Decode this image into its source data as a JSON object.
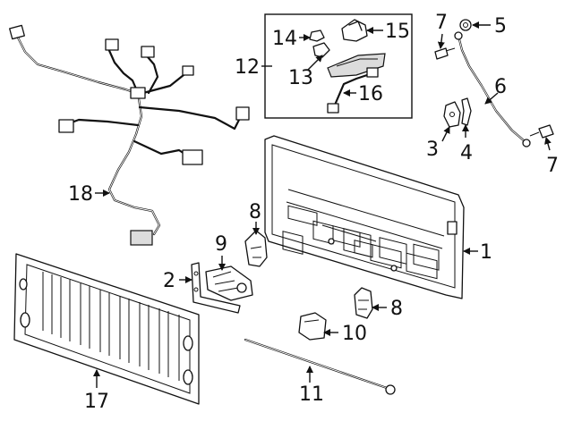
{
  "callouts": [
    {
      "id": "c1",
      "text": "1"
    },
    {
      "id": "c2",
      "text": "2"
    },
    {
      "id": "c3",
      "text": "3"
    },
    {
      "id": "c4",
      "text": "4"
    },
    {
      "id": "c5",
      "text": "5"
    },
    {
      "id": "c6",
      "text": "6"
    },
    {
      "id": "c7a",
      "text": "7"
    },
    {
      "id": "c7b",
      "text": "7"
    },
    {
      "id": "c8a",
      "text": "8"
    },
    {
      "id": "c8b",
      "text": "8"
    },
    {
      "id": "c9",
      "text": "9"
    },
    {
      "id": "c10",
      "text": "10"
    },
    {
      "id": "c11",
      "text": "11"
    },
    {
      "id": "c12",
      "text": "12"
    },
    {
      "id": "c13",
      "text": "13"
    },
    {
      "id": "c14",
      "text": "14"
    },
    {
      "id": "c15",
      "text": "15"
    },
    {
      "id": "c16",
      "text": "16"
    },
    {
      "id": "c17",
      "text": "17"
    },
    {
      "id": "c18",
      "text": "18"
    }
  ]
}
